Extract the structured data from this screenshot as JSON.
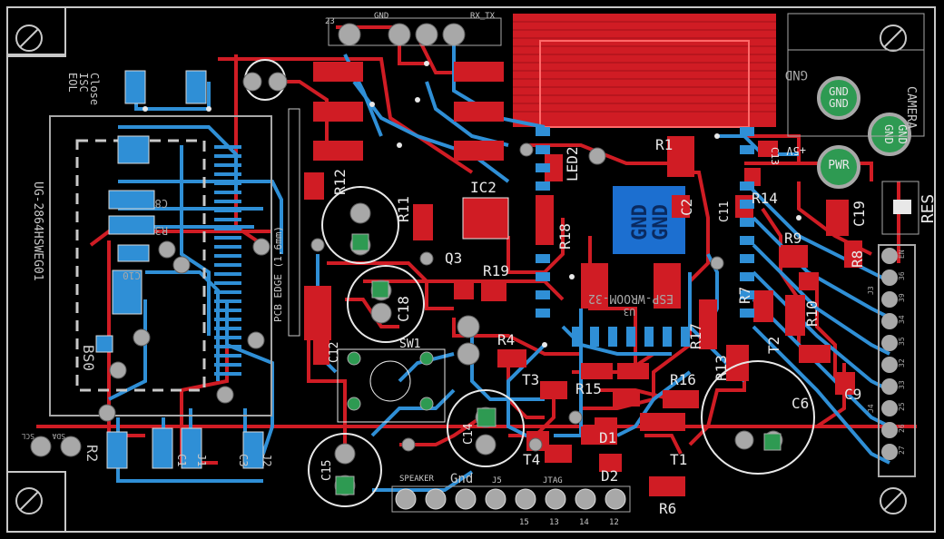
{
  "colors": {
    "background": "#000000",
    "outline": "#c8c8c8",
    "top_copper": "#d01c24",
    "bottom_copper": "#2f8fd6",
    "pad": "#a8a8a8",
    "pad_green": "#2e9a52",
    "silk_top": "#e8e8e8",
    "silk_bottom": "#a8a8a8",
    "ground_plane": "#1c6fd0"
  },
  "labels": {
    "header_23": "23",
    "header_gnd": "GND",
    "header_rxtx": "RX_TX",
    "gnd_top_right": "GND",
    "gnd_pad_1": "GND",
    "gnd_pad_2": "GND",
    "gnd_pad_3": "GND",
    "gnd_pad_4": "GND",
    "camera": "CAMERA",
    "plus5v": "+5V",
    "pwr": "PWR",
    "res": "RES",
    "en": "EN",
    "u3": "U3",
    "esp_wroom": "ESP-WROOM-32",
    "gnd_pad_big_1": "GND",
    "gnd_pad_big_2": "GND",
    "oled_module": "UG-2864HSWEG01",
    "j2_mirror": "J2",
    "j1_mirror": "J1",
    "jp_top": "Close",
    "jp_top2": "ISC",
    "jp_top3": "EOL",
    "bs0": "BS0",
    "r2_label": "R2",
    "c_h": "C3",
    "c_l": "C1",
    "pcb_edge": "PCB EDGE (1.6mm)",
    "speaker": "SPEAKER",
    "gnd_bottom": "Gnd",
    "j5": "J5",
    "jtag": "JTAG",
    "pin15": "15",
    "pin13": "13",
    "pin14": "14",
    "pin12": "12",
    "pinouts_right": [
      "EN",
      "36",
      "39",
      "34",
      "35",
      "32",
      "33",
      "25",
      "26",
      "27"
    ],
    "j4": "J4",
    "j3": "J3",
    "pins_left": [
      "SCL",
      "SDA"
    ]
  },
  "components": {
    "r12": "R12",
    "r11": "R11",
    "ic2": "IC2",
    "r18": "R18",
    "led2": "LED2",
    "r1": "R1",
    "c2": "C2",
    "c11": "C11",
    "c13": "C13",
    "r14": "R14",
    "r9": "R9",
    "c19": "C19",
    "r8": "R8",
    "c8": "C8",
    "c10": "C10",
    "r7": "R7",
    "r10": "R10",
    "t2": "T2",
    "c6": "C6",
    "c9": "C9",
    "q3": "Q3",
    "r19": "R19",
    "c18": "C18",
    "c12": "C12",
    "sw1": "SW1",
    "r4": "R4",
    "t3": "T3",
    "r15": "R15",
    "r16": "R16",
    "r17": "R17",
    "r13": "R13",
    "c14": "C14",
    "c15": "C15",
    "t4": "T4",
    "d1": "D1",
    "d2": "D2",
    "t1": "T1",
    "r6": "R6",
    "r3": "R3"
  }
}
